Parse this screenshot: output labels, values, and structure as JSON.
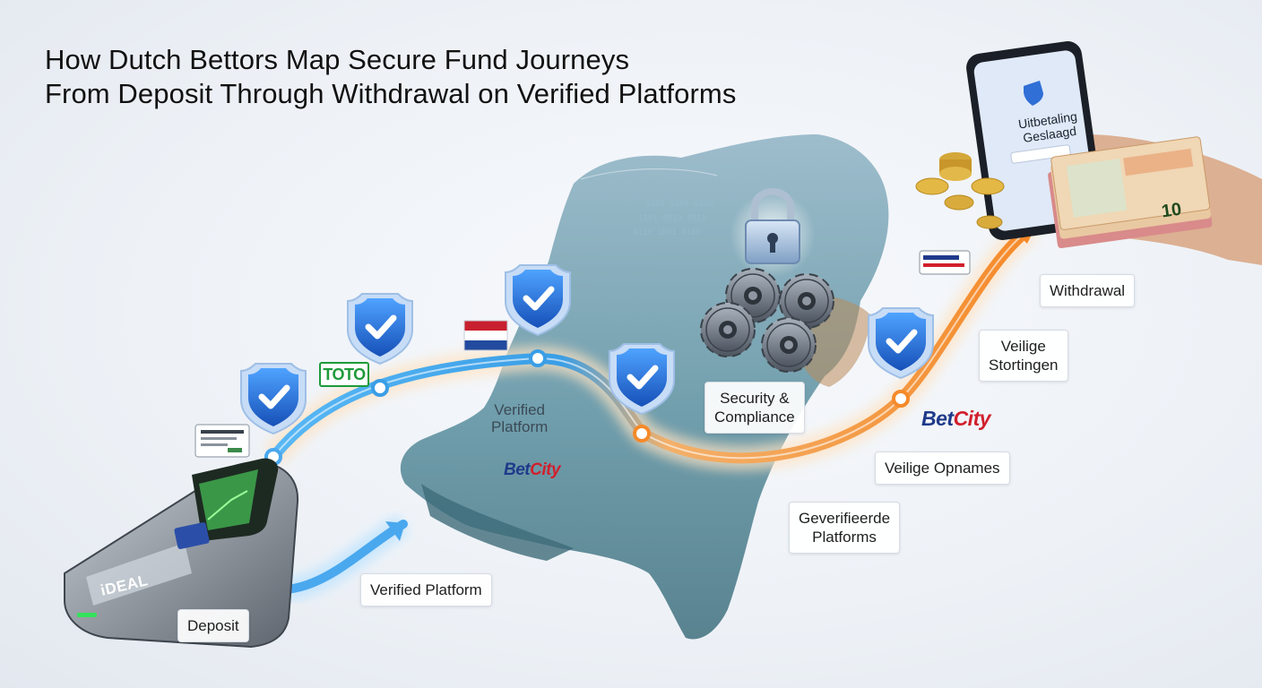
{
  "title": {
    "line1": "How Dutch Bettors Map Secure Fund Journeys",
    "line2": "From Deposit Through Withdrawal on Verified Platforms"
  },
  "labels": {
    "deposit": "Deposit",
    "verified_platform_lower": "Verified Platform",
    "verified_platform_map_line1": "Verified",
    "verified_platform_map_line2": "Platform",
    "security_line1": "Security &",
    "security_line2": "Compliance",
    "veilige_opnames": "Veilige Opnames",
    "geverifieerde_line1": "Geverifieerde",
    "geverifieerde_line2": "Platforms",
    "veilige_stortingen_line1": "Veilige",
    "veilige_stortingen_line2": "Stortingen",
    "withdrawal": "Withdrawal"
  },
  "brands": {
    "betcity_bet": "Bet",
    "betcity_city": "City",
    "toto": "TOTO",
    "ideal": "iDEAL"
  },
  "phone": {
    "line1": "Uitbetaling",
    "line2": "Geslaagd"
  },
  "banknote": "10",
  "icons": [
    "shield-check-icon",
    "padlock-icon",
    "gears-icon",
    "netherlands-flag-icon",
    "payment-terminal-icon",
    "smartphone-icon",
    "coins-icon",
    "banknotes-icon",
    "bank-card-icon"
  ],
  "colors": {
    "path_blue": "#3aa0ea",
    "path_orange": "#f5a04a",
    "shield_blue": "#1f6fd6",
    "map_teal": "#4f8a9a",
    "brand_red": "#d11f2c"
  }
}
